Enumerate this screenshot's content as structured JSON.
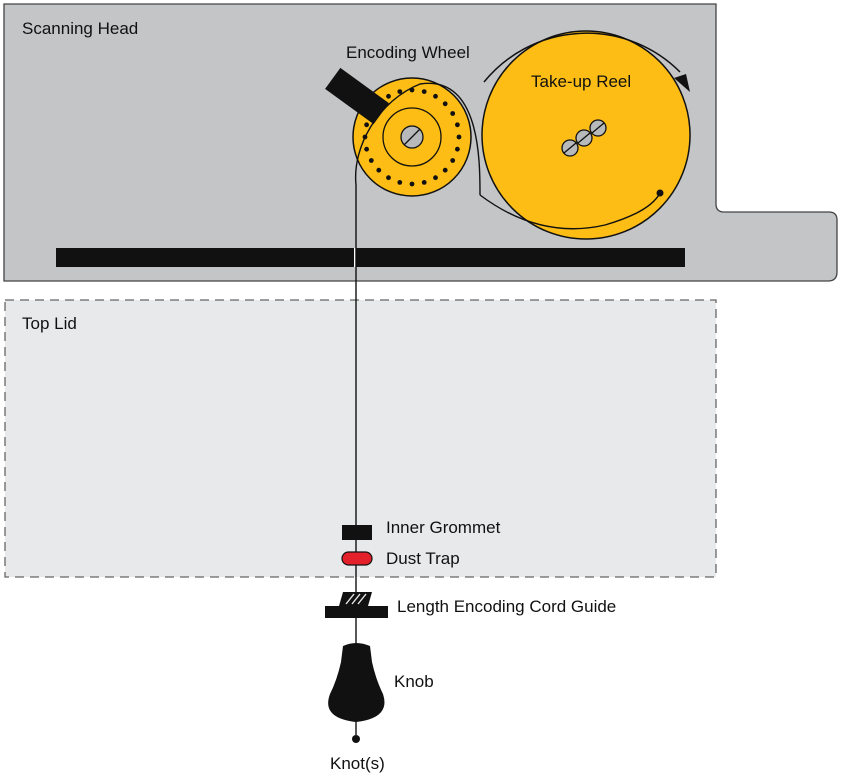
{
  "labels": {
    "scanning_head": "Scanning Head",
    "encoding_wheel": "Encoding Wheel",
    "take_up_reel": "Take-up Reel",
    "top_lid": "Top Lid",
    "inner_grommet": "Inner Grommet",
    "dust_trap": "Dust Trap",
    "cord_guide": "Length Encoding Cord Guide",
    "knob": "Knob",
    "knots": "Knot(s)"
  },
  "colors": {
    "scanning_head_fill": "#c4c5c7",
    "top_lid_fill": "#e8e9ea",
    "reel_yellow": "#fdbd14",
    "dust_trap_red": "#e4202a",
    "black": "#111111"
  }
}
